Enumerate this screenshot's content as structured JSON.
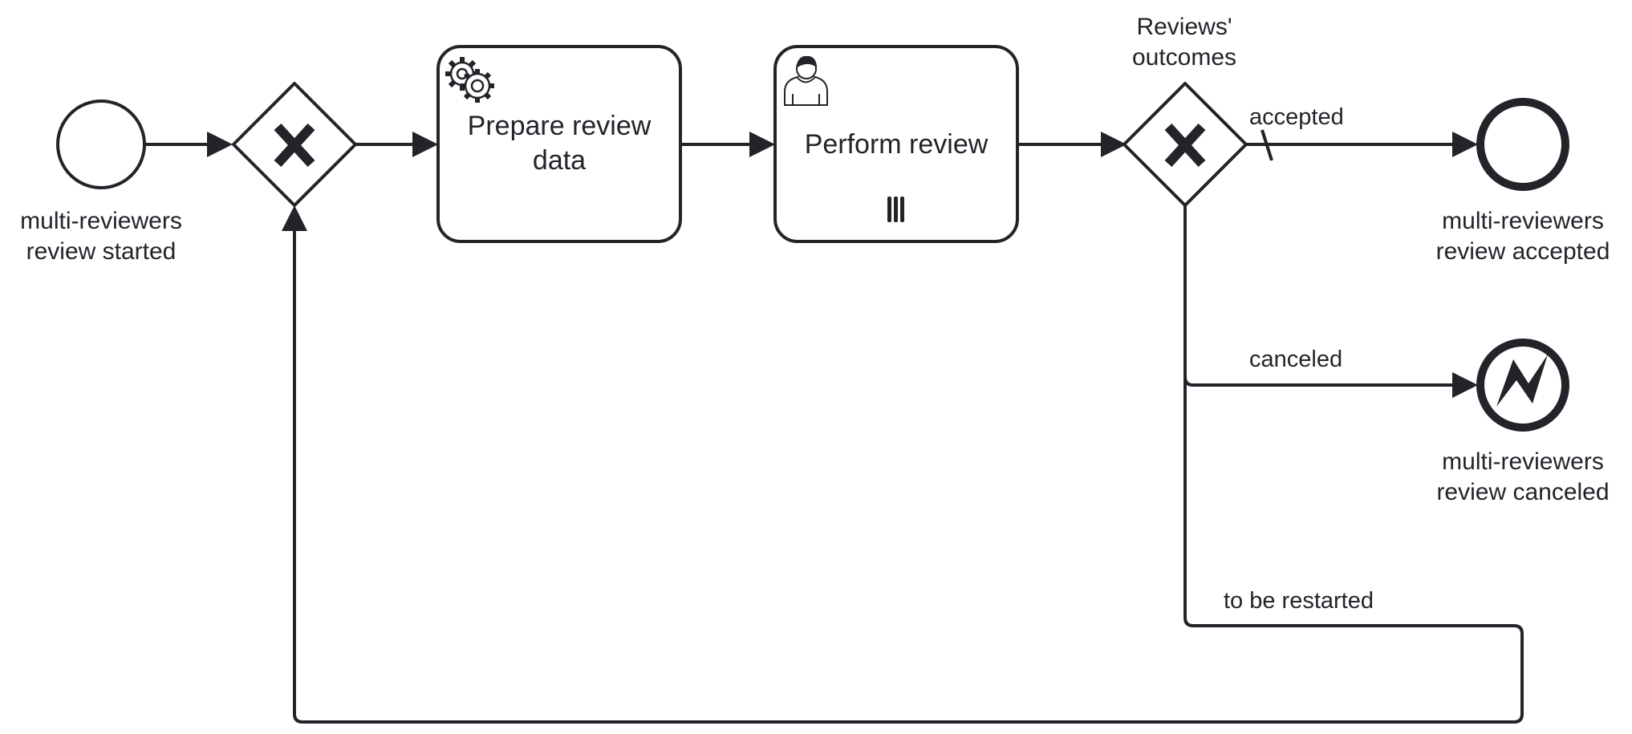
{
  "diagram": {
    "start_event": {
      "label_line1": "multi-reviewers",
      "label_line2": "review started"
    },
    "tasks": {
      "prepare": {
        "label_line1": "Prepare review",
        "label_line2": "data",
        "icon": "gears-icon"
      },
      "perform": {
        "label": "Perform review",
        "icon": "user-icon",
        "marker": "parallel-multi-instance-icon"
      }
    },
    "decision_gateway": {
      "label_line1": "Reviews'",
      "label_line2": "outcomes"
    },
    "flows": {
      "accepted": "accepted",
      "canceled": "canceled",
      "restart": "to be restarted"
    },
    "end_events": {
      "accepted": {
        "label_line1": "multi-reviewers",
        "label_line2": "review accepted"
      },
      "canceled": {
        "label_line1": "multi-reviewers",
        "label_line2": "review canceled",
        "icon": "error-icon"
      }
    },
    "stroke_color": "#22242a"
  }
}
